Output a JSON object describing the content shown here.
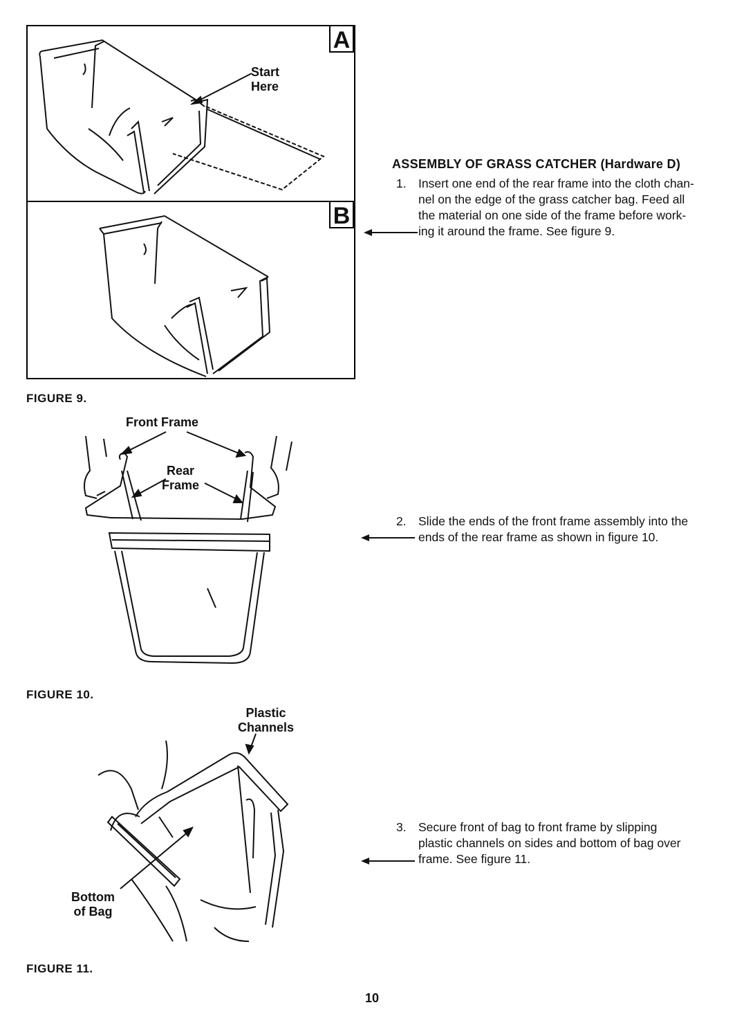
{
  "figure9": {
    "panel_a_letter": "A",
    "panel_b_letter": "B",
    "start_label_line1": "Start",
    "start_label_line2": "Here",
    "caption": "FIGURE 9."
  },
  "figure10": {
    "front_frame_label": "Front Frame",
    "rear_label_line1": "Rear",
    "rear_label_line2": "Frame",
    "caption": "FIGURE 10."
  },
  "figure11": {
    "plastic_label_line1": "Plastic",
    "plastic_label_line2": "Channels",
    "bottom_label_line1": "Bottom",
    "bottom_label_line2": "of Bag",
    "caption": "FIGURE 11."
  },
  "instructions": {
    "heading": "ASSEMBLY OF GRASS CATCHER (Hardware D)",
    "steps": [
      {
        "number": "1.",
        "lines": [
          "Insert one end of the rear frame into the cloth chan-",
          "nel on the edge of the grass catcher bag. Feed all",
          "the material on one side of the frame before work-",
          "ing it around the frame. See figure 9."
        ]
      },
      {
        "number": "2.",
        "lines": [
          "Slide the ends of the front frame assembly into the",
          "ends of the rear frame as shown in figure 10."
        ]
      },
      {
        "number": "3.",
        "lines": [
          "Secure front of bag to front frame by slipping",
          "plastic channels on sides and bottom of bag over",
          "frame. See figure 11."
        ]
      }
    ]
  },
  "page_number": "10"
}
